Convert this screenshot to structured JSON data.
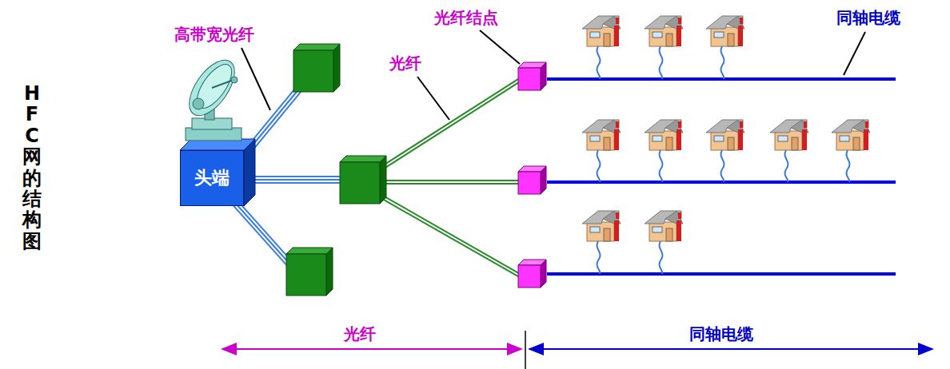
{
  "diagram": {
    "title": "HFC 网的结构图",
    "nodes": [
      {
        "text": [
          "头端"
        ]
      }
    ],
    "labels": [
      "高带宽光纤",
      "光纤结点",
      "光纤",
      "同轴电缆",
      "光纤",
      "同轴电缆"
    ]
  }
}
